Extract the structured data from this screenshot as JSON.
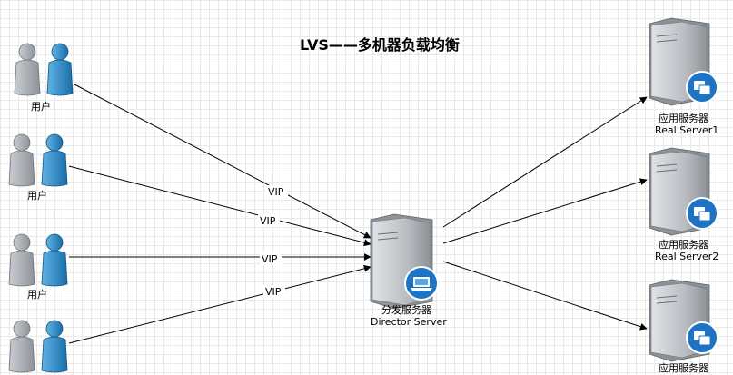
{
  "title": "LVS——多机器负载均衡",
  "users": [
    {
      "label": "用户"
    },
    {
      "label": "用户"
    },
    {
      "label": "用户"
    },
    {
      "label": ""
    }
  ],
  "edge_label": "VIP",
  "director": {
    "label_cn": "分发服务器",
    "label_en": "Director Server"
  },
  "real_servers": [
    {
      "label_cn": "应用服务器",
      "label_en": "Real Server1"
    },
    {
      "label_cn": "应用服务器",
      "label_en": "Real Server2"
    },
    {
      "label_cn": "应用服务器",
      "label_en": ""
    }
  ],
  "colors": {
    "person_gray": "#a9aeb3",
    "person_blue": "#2c8bc9",
    "server_body": "#9ea3a8",
    "server_face": "#d3d6d9",
    "badge_blue": "#1f73c4",
    "line": "#000000"
  }
}
